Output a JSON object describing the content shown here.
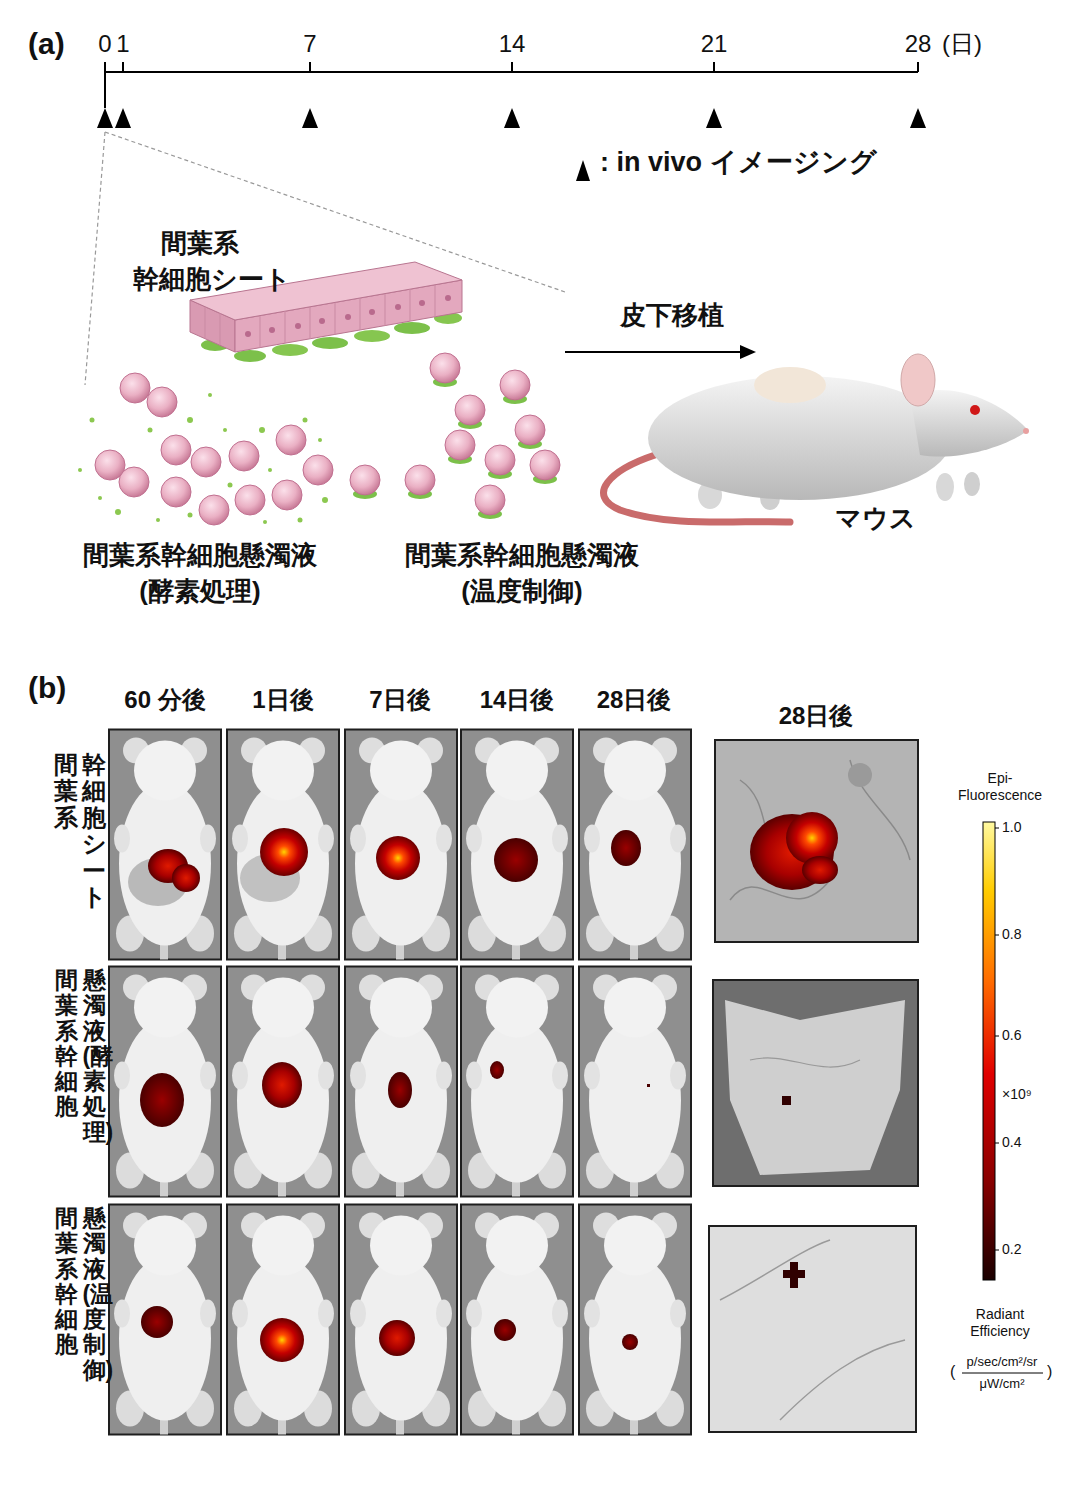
{
  "diagram": {
    "labels": [
      "(a)",
      "0",
      "1",
      "7",
      "14",
      "21",
      "28",
      "(日)",
      "間葉系",
      "幹細胞シート",
      "皮下移植",
      "マウス",
      "間葉系幹細胞懸濁液",
      "(酵素処理)",
      "間葉系幹細胞懸濁液",
      "(温度制御)",
      "(b)",
      "60 分後",
      "1日後",
      "7日後",
      "14日後",
      "28日後",
      "28日後",
      "間葉系",
      "幹細胞シート",
      "間葉系幹細胞",
      "懸濁液(酵素処理)",
      "間葉系幹細胞",
      "懸濁液(温度制御)",
      "Epi- Fluorescence",
      "1.0",
      "0.8",
      "0.6",
      "×10⁹",
      "0.4",
      "0.2",
      "Radiant Efficiency",
      "(",
      "p/sec/cm²/sr",
      "μW/cm²",
      ")"
    ],
    "legend": [
      {
        "text": ": in vivo イメージング"
      }
    ]
  }
}
